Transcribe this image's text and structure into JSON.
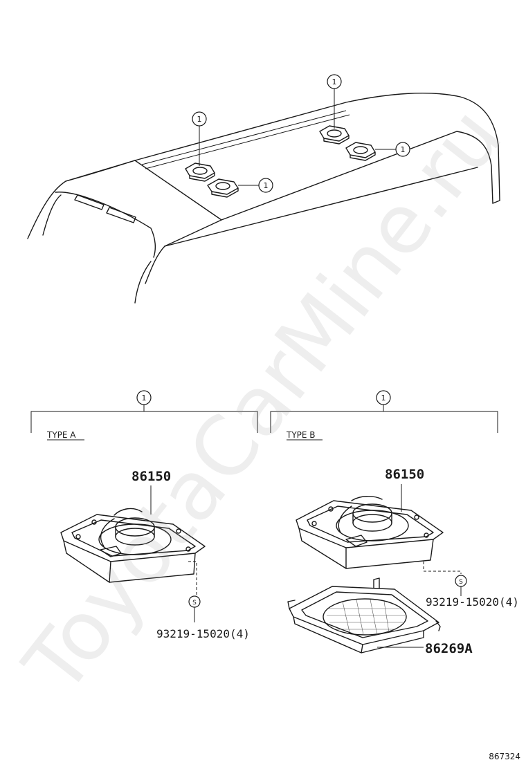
{
  "callouts": {
    "roof_1": "1",
    "roof_2": "1",
    "roof_3": "1",
    "roof_4": "1",
    "group_a": "1",
    "group_b": "1",
    "screw_a": "S",
    "screw_b": "S"
  },
  "type_a": {
    "label": "TYPE A",
    "speaker_part": "86150",
    "screw_part": "93219-15020(4)"
  },
  "type_b": {
    "label": "TYPE B",
    "speaker_part": "86150",
    "screw_part": "93219-15020(4)",
    "grille_part": "86269A"
  },
  "watermark": "ToyotaCarMine.ru",
  "reference_number": "867324"
}
